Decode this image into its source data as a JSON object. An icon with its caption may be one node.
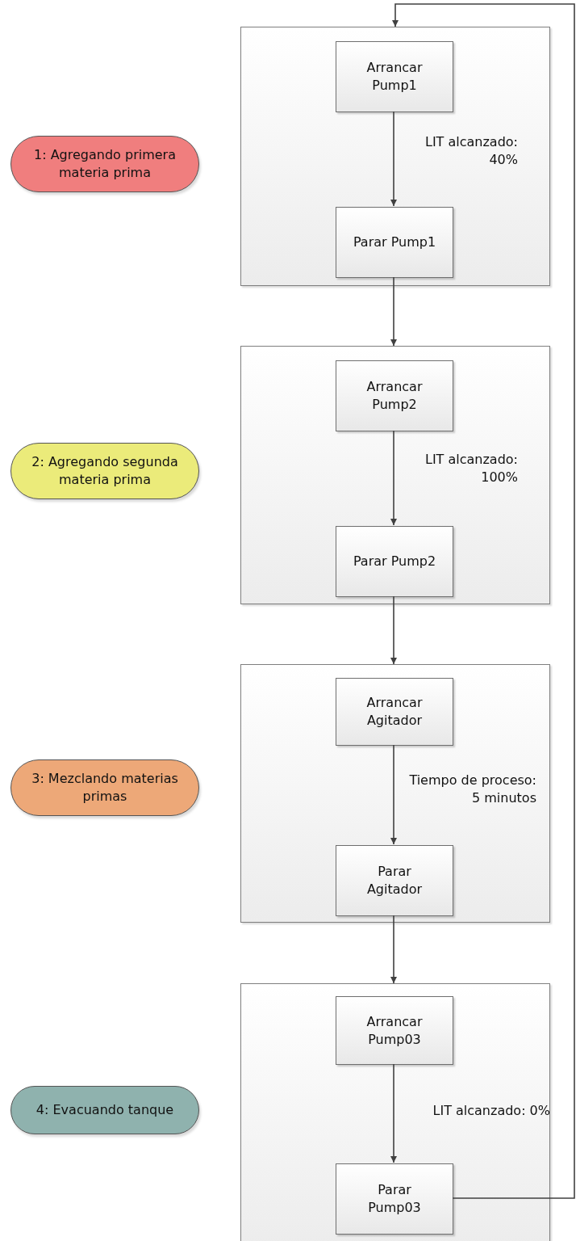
{
  "diagram": {
    "nodes": [
      {
        "text": [],
        "shape": "box"
      },
      {
        "text": [
          "Arrancar Pump1"
        ],
        "in": 0
      },
      {
        "text": [
          "Parar Pump1"
        ],
        "in": 0
      },
      {
        "text": [
          "1: Agregando primera materia prima"
        ]
      },
      {
        "text": [],
        "shape": "box"
      },
      {
        "text": [
          "Arrancar Pump2"
        ],
        "in": 4
      },
      {
        "text": [
          "Parar Pump2"
        ],
        "in": 4
      },
      {
        "text": [
          "2: Agregando segunda materia prima"
        ]
      },
      {
        "text": [],
        "shape": "box"
      },
      {
        "text": [
          "Arrancar Agitador"
        ],
        "in": 8
      },
      {
        "text": [
          "Parar Agitador"
        ],
        "in": 8
      },
      {
        "text": [
          "3: Mezclando materias primas"
        ]
      },
      {
        "text": [],
        "shape": "box"
      },
      {
        "text": [
          "Arrancar Pump03"
        ],
        "in": 12
      },
      {
        "text": [
          "Parar Pump03"
        ],
        "in": 12
      },
      {
        "text": [
          "4: Evacuando tanque"
        ]
      }
    ],
    "edges": [
      {
        "from": 1,
        "to": 2,
        "arrow": "to",
        "label": "LIT alcanzado: 40%"
      },
      {
        "from": 2,
        "to": 4,
        "arrow": "to"
      },
      {
        "from": 5,
        "to": 6,
        "arrow": "to",
        "label": "LIT alcanzado: 100%"
      },
      {
        "from": 6,
        "to": 8,
        "arrow": "to"
      },
      {
        "from": 9,
        "to": 10,
        "arrow": "to",
        "label": "Tiempo de proceso: 5 minutos"
      },
      {
        "from": 10,
        "to": 12,
        "arrow": "to"
      },
      {
        "from": 13,
        "to": 14,
        "arrow": "to",
        "label": "LIT alcanzado: 0%"
      },
      {
        "from": 14,
        "to": 0,
        "arrow": "to"
      }
    ]
  }
}
